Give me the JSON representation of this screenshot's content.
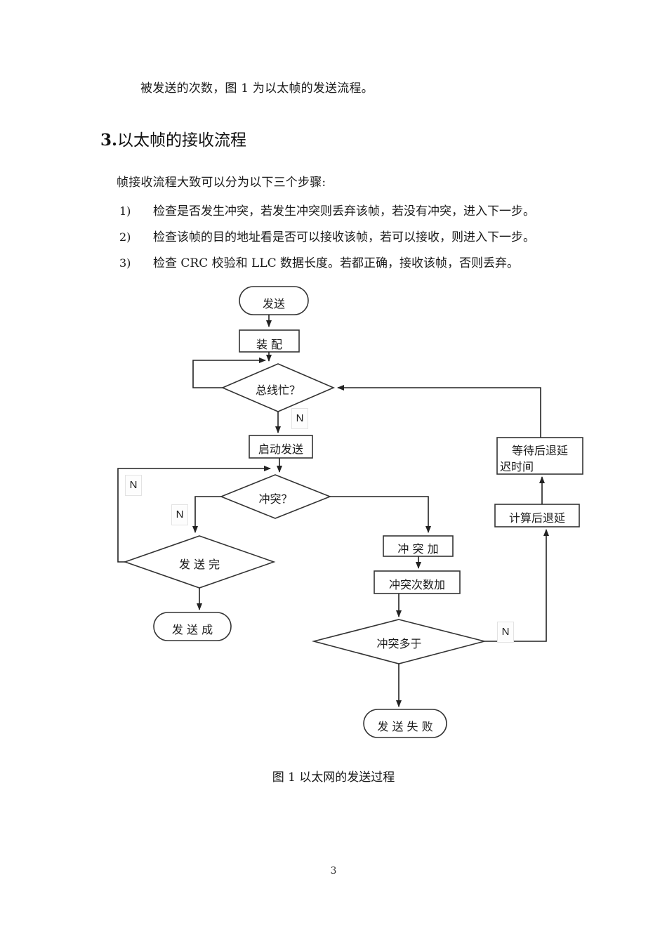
{
  "document": {
    "intro_paragraph": "被发送的次数，图 1 为以太帧的发送流程。",
    "heading": {
      "number": "3.",
      "text": "以太帧的接收流程"
    },
    "lead_paragraph": "帧接收流程大致可以分为以下三个步骤:",
    "list": [
      {
        "marker": "1)",
        "text": "检查是否发生冲突，若发生冲突则丢弃该帧，若没有冲突，进入下一步。"
      },
      {
        "marker": "2)",
        "text": "检查该帧的目的地址看是否可以接收该帧，若可以接收，则进入下一步。"
      },
      {
        "marker": "3)",
        "text": "检查 CRC 校验和 LLC 数据长度。若都正确，接收该帧，否则丢弃。"
      }
    ],
    "figure_caption": "图 1  以太网的发送过程",
    "page_number": "3"
  },
  "flowchart": {
    "title": "以太网的发送过程",
    "stroke_color": "#333333",
    "fill_color": "#ffffff",
    "nodes": {
      "start": {
        "label": "发送",
        "shape": "terminator"
      },
      "assemble": {
        "label": "装  配",
        "shape": "process"
      },
      "bus_busy": {
        "label": "总线忙？",
        "shape": "decision"
      },
      "start_send": {
        "label": "启动发送",
        "shape": "process"
      },
      "collision": {
        "label": "冲突？",
        "shape": "decision"
      },
      "send_done": {
        "label": "发  送  完",
        "shape": "decision"
      },
      "send_success": {
        "label": "发 送 成",
        "shape": "terminator"
      },
      "collision_add": {
        "label": "冲  突  加",
        "shape": "process"
      },
      "collision_count_add": {
        "label": "冲突次数加",
        "shape": "process"
      },
      "collision_many": {
        "label": "冲突多于",
        "shape": "decision"
      },
      "send_fail": {
        "label": "发 送 失 败",
        "shape": "terminator"
      },
      "wait_backoff": {
        "label_line1": "等待后退延",
        "label_line2": "迟时间",
        "shape": "process"
      },
      "calc_backoff": {
        "label": "计算后退延",
        "shape": "process"
      }
    },
    "branch_labels": {
      "bus_busy_no": "N",
      "collision_no_left": "N",
      "send_done_no": "N",
      "collision_many_no": "N"
    }
  }
}
